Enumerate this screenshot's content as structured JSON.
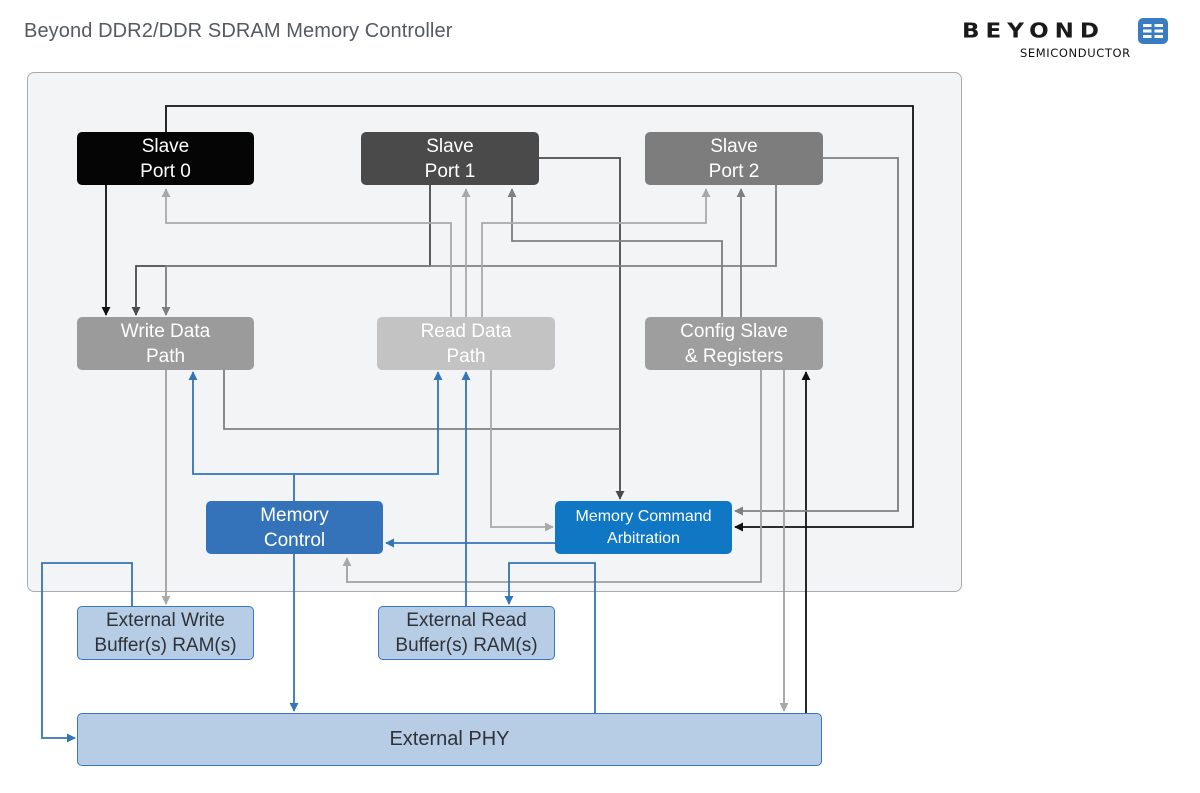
{
  "header": {
    "title": "Beyond DDR2/DDR SDRAM Memory Controller"
  },
  "logo": {
    "wordmark": "BEYOND",
    "subtitle": "SEMICONDUCTOR",
    "color": "#3a7cc0"
  },
  "blocks": {
    "slave_port_0": "Slave\nPort 0",
    "slave_port_1": "Slave\nPort 1",
    "slave_port_2": "Slave\nPort 2",
    "write_data_path": "Write Data\nPath",
    "read_data_path": "Read Data\nPath",
    "config_slave": "Config Slave\n& Registers",
    "memory_control": "Memory\nControl",
    "memory_command_arbitration": "Memory Command\nArbitration",
    "external_write_buffer": "External Write\nBuffer(s) RAM(s)",
    "external_read_buffer": "External Read\nBuffer(s) RAM(s)",
    "external_phy": "External PHY"
  },
  "colors": {
    "slave_port_0": "#050505",
    "slave_port_1": "#4a4a4a",
    "slave_port_2": "#7d7d7d",
    "memory_control": "#3473b9",
    "memory_command_arbitration": "#0f77c3",
    "external_blocks_fill": "#b7cce5",
    "blue_wire": "#3574b9"
  }
}
